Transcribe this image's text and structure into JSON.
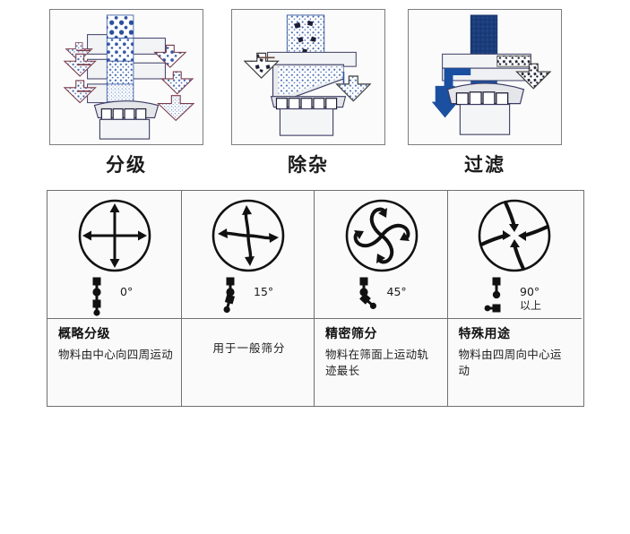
{
  "process_section": {
    "panels": [
      {
        "id": "classification",
        "label": "分级",
        "icon": "multi-deck-sieve-classification-icon"
      },
      {
        "id": "impurity-removal",
        "label": "除杂",
        "icon": "sieve-impurity-removal-icon"
      },
      {
        "id": "filtration",
        "label": "过滤",
        "icon": "sieve-liquid-filtration-icon"
      }
    ]
  },
  "motion_table": {
    "columns": [
      {
        "id": "rough-classification",
        "orbit_icon": "straight-cross-arrows-icon",
        "weight_icon": "eccentric-weight-0deg-icon",
        "angle": "0°",
        "angle_extra": "",
        "title": "概略分级",
        "description": "物料由中心向四周运动"
      },
      {
        "id": "general-sieving",
        "orbit_icon": "curved-outward-spiral-arrows-icon",
        "weight_icon": "eccentric-weight-15deg-icon",
        "angle": "15°",
        "angle_extra": "",
        "title": "",
        "description": "用于一般筛分"
      },
      {
        "id": "precision-sieving",
        "orbit_icon": "long-s-spiral-arrows-icon",
        "weight_icon": "eccentric-weight-45deg-icon",
        "angle": "45°",
        "angle_extra": "",
        "title": "精密筛分",
        "description": "物料在筛面上运动轨迹最长"
      },
      {
        "id": "special-purpose",
        "orbit_icon": "curved-inward-arrows-icon",
        "weight_icon": "eccentric-weight-90deg-icon",
        "angle": "90°",
        "angle_extra": "以上",
        "title": "特殊用途",
        "description": "物料由四周向中心运动"
      }
    ]
  },
  "colors": {
    "material_blue": "#2a4f9e",
    "speck_blue": "#3b63ad",
    "flow_blue": "#1b4fa0",
    "outline_dark": "#2b2b4f",
    "panel_border": "#7b7d80",
    "table_border": "#6e7074",
    "body_gray": "#e9eaec"
  }
}
